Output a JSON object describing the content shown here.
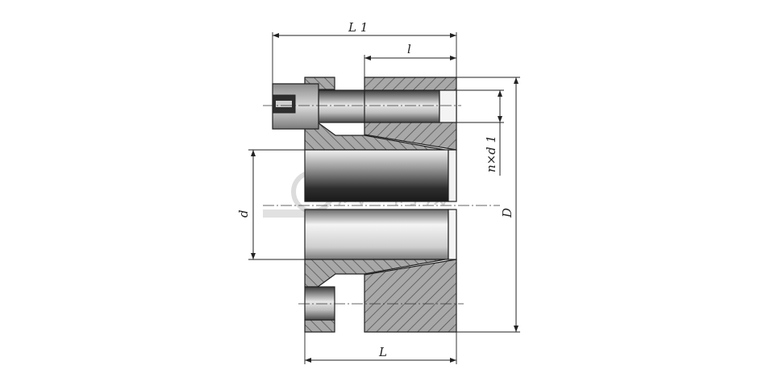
{
  "dimensions": {
    "L1": "L 1",
    "l": "l",
    "n_d1": "n×d 1",
    "d": "d",
    "D": "D",
    "L": "L"
  },
  "watermark": {
    "text": "凤一商城"
  },
  "colors": {
    "hatch": "#555555",
    "fill_gray": "#9a9a9a",
    "line": "#222222"
  }
}
